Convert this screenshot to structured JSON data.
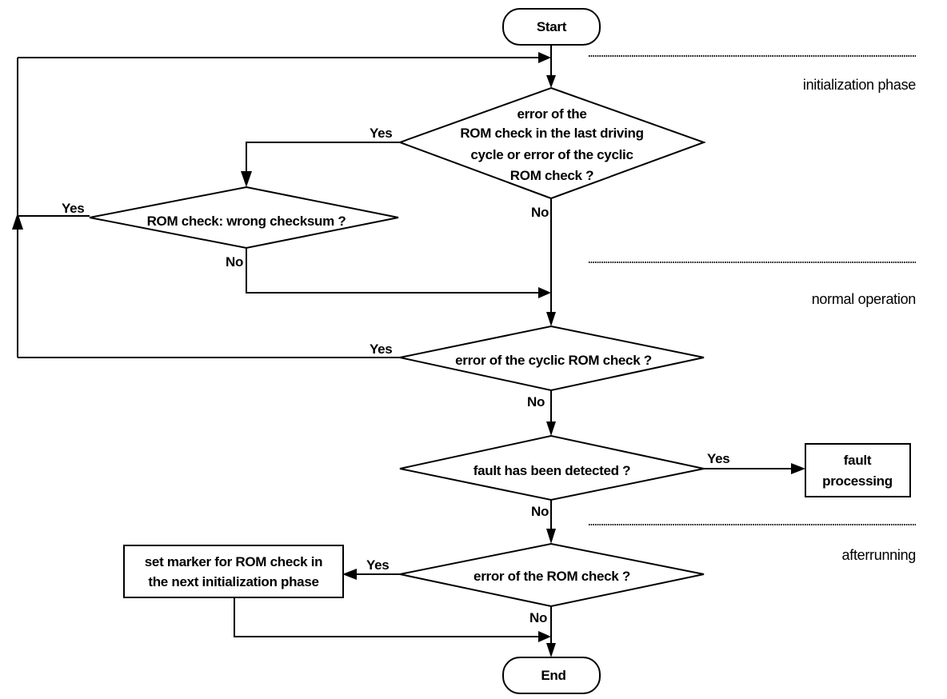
{
  "terminals": {
    "start": "Start",
    "end": "End"
  },
  "phases": {
    "initialization": "initialization phase",
    "normal": "normal operation",
    "afterrunning": "afterrunning"
  },
  "decisions": {
    "rom_error_last_cycle": {
      "lines": [
        "error of the",
        "ROM check in the last driving",
        "cycle or error of the cyclic",
        "ROM check ?"
      ],
      "yes": "Yes",
      "no": "No"
    },
    "wrong_checksum": {
      "text": "ROM check: wrong checksum ?",
      "yes": "Yes",
      "no": "No"
    },
    "cyclic_rom_error": {
      "text": "error of the cyclic ROM check ?",
      "yes": "Yes",
      "no": "No"
    },
    "fault_detected": {
      "text": "fault has been detected ?",
      "yes": "Yes",
      "no": "No"
    },
    "rom_check_error": {
      "text": "error of the ROM check ?",
      "yes": "Yes",
      "no": "No"
    }
  },
  "processes": {
    "fault_processing": {
      "lines": [
        "fault",
        "processing"
      ]
    },
    "set_marker": {
      "lines": [
        "set marker for ROM check in",
        "the next initialization phase"
      ]
    }
  }
}
